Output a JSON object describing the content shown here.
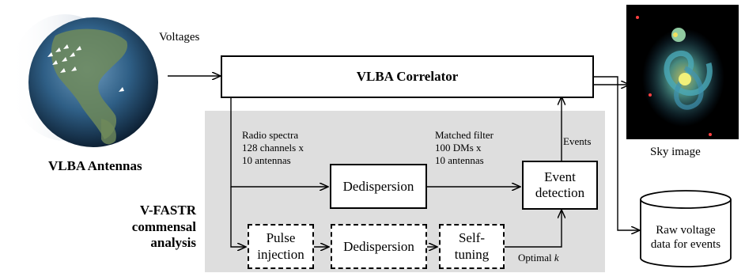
{
  "labels": {
    "voltages": "Voltages",
    "vlba_antennas": "VLBA Antennas",
    "radio_spectra": "Radio spectra\n128 channels x\n10 antennas",
    "matched_filter": "Matched filter\n100 DMs x\n10 antennas",
    "events": "Events",
    "optimal_k_prefix": "Optimal ",
    "optimal_k_var": "k",
    "vfastr": "V-FASTR\ncommensal\nanalysis",
    "sky_image": "Sky image"
  },
  "boxes": {
    "correlator": "VLBA Correlator",
    "dedispersion_main": "Dedispersion",
    "event_detection": "Event\ndetection",
    "pulse_injection": "Pulse\ninjection",
    "dedispersion_test": "Dedispersion",
    "self_tuning": "Self-\ntuning",
    "raw_voltage": "Raw voltage\ndata for events"
  },
  "colors": {
    "panel_gray": "#dedede",
    "globe_ocean": "#2f5f86",
    "globe_land": "#6f8a5a",
    "galaxy": "#4aa9b8"
  }
}
